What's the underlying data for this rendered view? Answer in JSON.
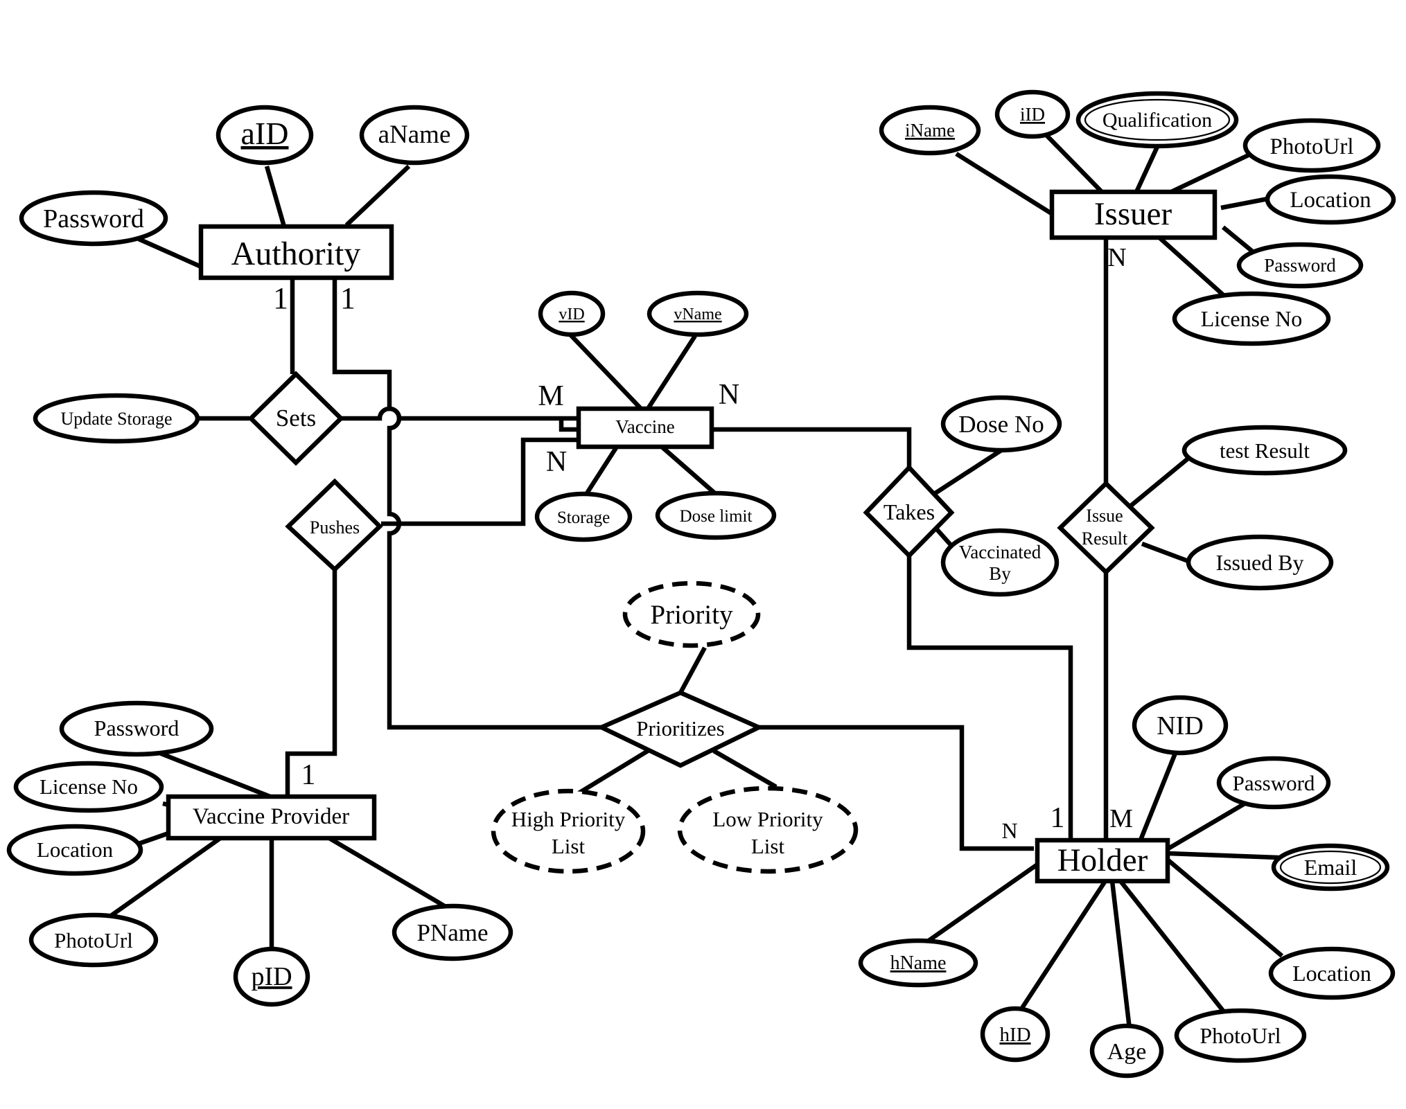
{
  "entities": {
    "authority": "Authority",
    "issuer": "Issuer",
    "vaccine": "Vaccine",
    "vaccine_provider": "Vaccine Provider",
    "holder": "Holder"
  },
  "relationships": {
    "sets": "Sets",
    "pushes": "Pushes",
    "takes": "Takes",
    "issue_result": [
      "Issue",
      "Result"
    ],
    "prioritizes": "Prioritizes"
  },
  "attributes": {
    "authority": {
      "aid": "aID",
      "aname": "aName",
      "password": "Password"
    },
    "issuer": {
      "iname": "iName",
      "iid": "iID",
      "qualification": "Qualification",
      "photourl": "PhotoUrl",
      "location": "Location",
      "password": "Password",
      "license_no": "License No"
    },
    "vaccine": {
      "vid": "vID",
      "vname": "vName",
      "storage": "Storage",
      "dose_limit": "Dose limit"
    },
    "sets": {
      "update_storage": "Update Storage"
    },
    "takes": {
      "dose_no": "Dose No",
      "vaccinated_by": [
        "Vaccinated",
        "By"
      ]
    },
    "issue_result": {
      "test_result": "test Result",
      "issued_by": "Issued By"
    },
    "prioritizes": {
      "priority": "Priority",
      "high_priority_list": [
        "High Priority",
        "List"
      ],
      "low_priority_list": [
        "Low Priority",
        "List"
      ]
    },
    "vaccine_provider": {
      "password": "Password",
      "license_no": "License No",
      "location": "Location",
      "photourl": "PhotoUrl",
      "pid": "pID",
      "pname": "PName"
    },
    "holder": {
      "nid": "NID",
      "password": "Password",
      "email": "Email",
      "location": "Location",
      "photourl": "PhotoUrl",
      "age": "Age",
      "hid": "hID",
      "hname": "hName"
    }
  },
  "cardinalities": {
    "authority_sets": "1",
    "authority_prioritizes": "1",
    "sets_vaccine": "M",
    "vaccine_takes": "N",
    "pushes_vaccine": "N",
    "issuer_issue_result": "N",
    "provider_pushes": "1",
    "prioritizes_holder": "N",
    "takes_holder": "1",
    "issue_result_holder": "M"
  }
}
